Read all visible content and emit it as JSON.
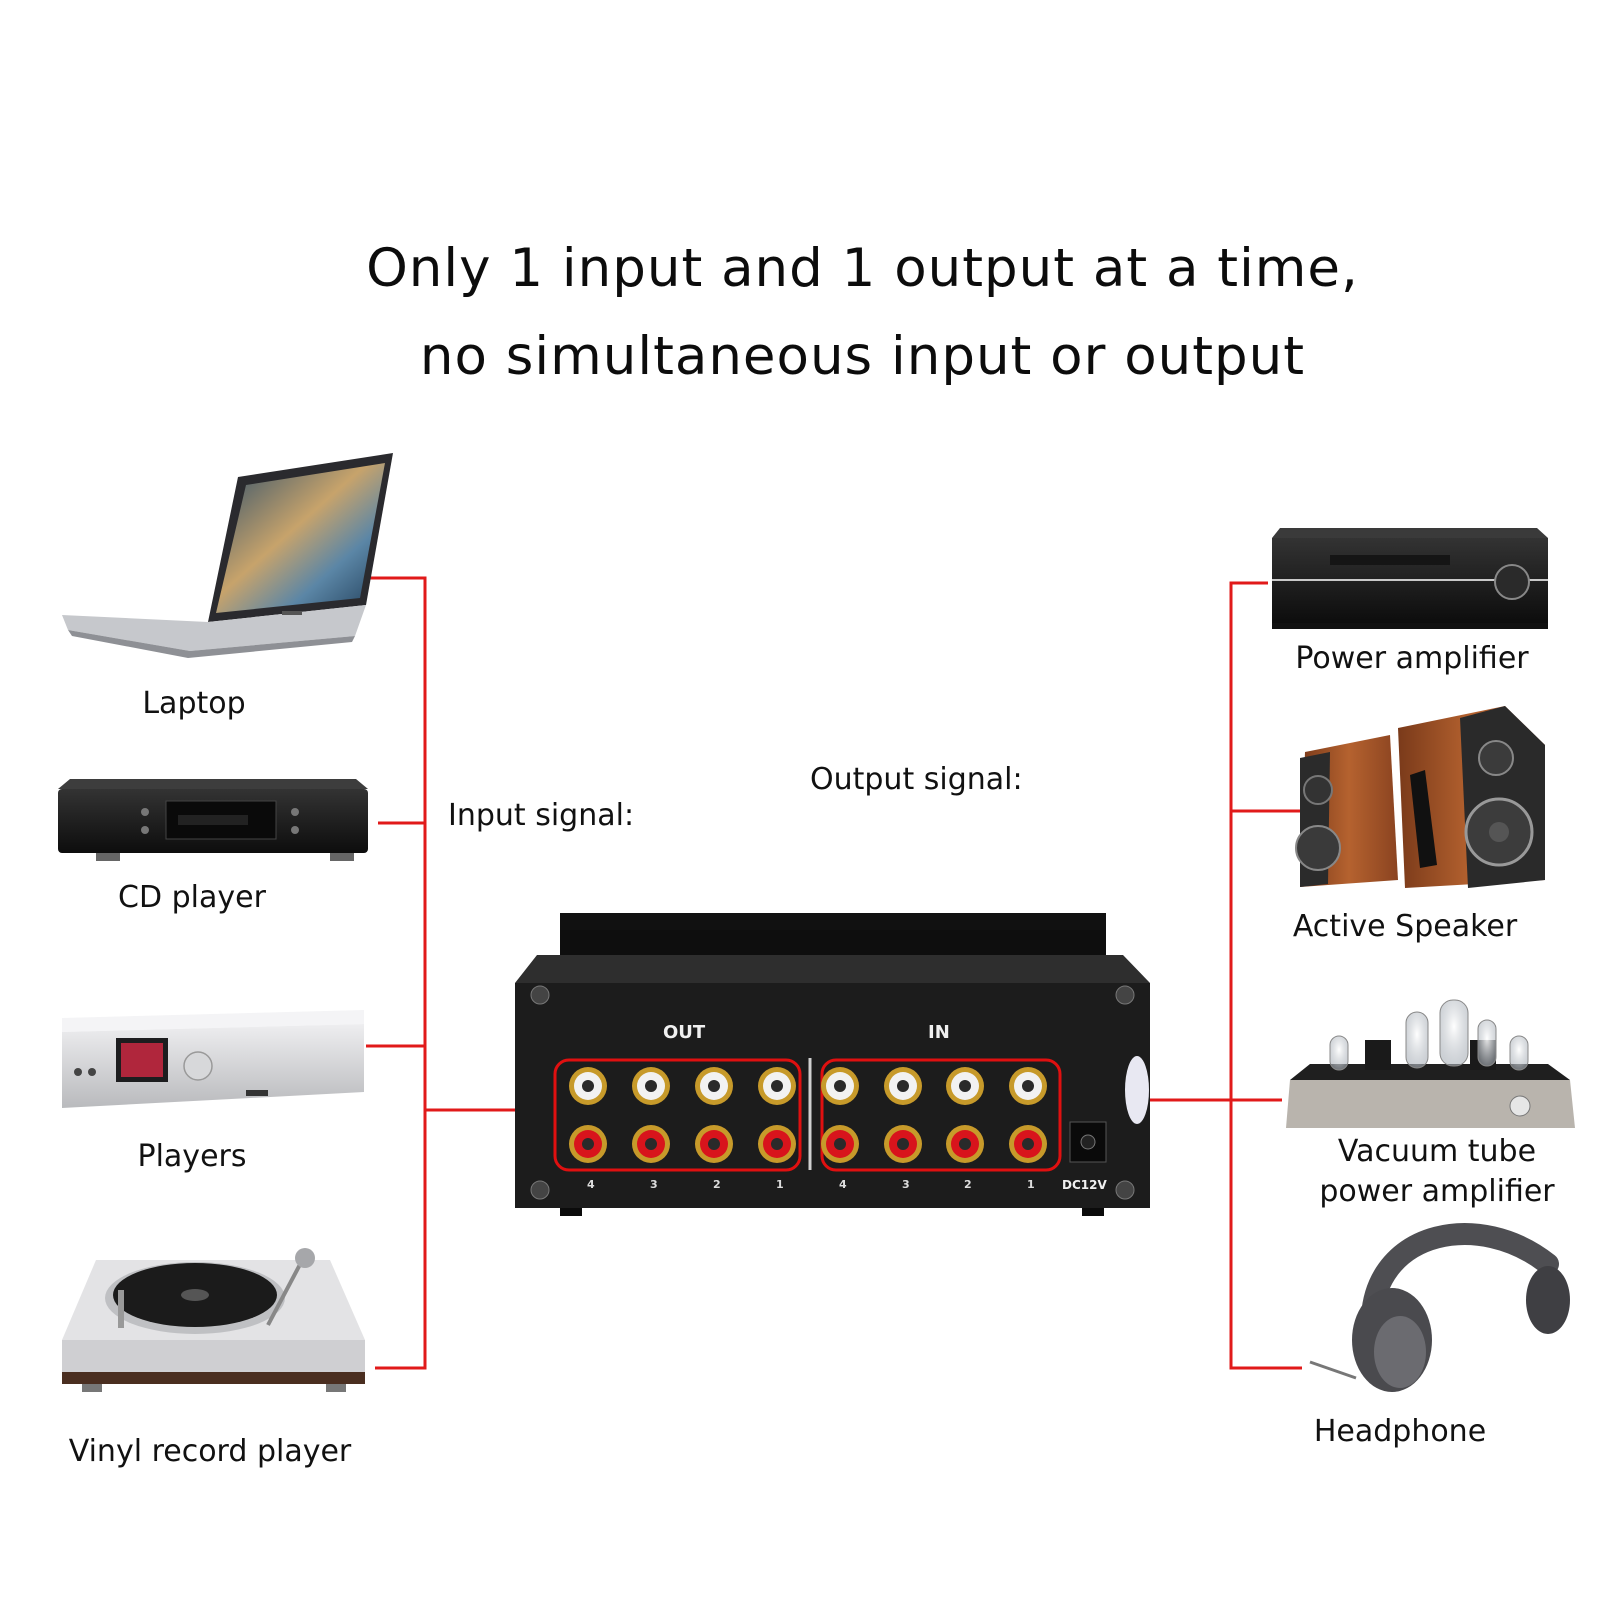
{
  "headline": {
    "line1": "Only 1 input and 1 output at a time,",
    "line2": "no simultaneous input or output"
  },
  "signals": {
    "input_label": "Input signal:",
    "output_label": "Output signal:"
  },
  "sources": [
    {
      "label": "Laptop"
    },
    {
      "label": "CD player"
    },
    {
      "label": "Players"
    },
    {
      "label": "Vinyl record player"
    }
  ],
  "destinations": [
    {
      "label": "Power amplifier"
    },
    {
      "label": "Active Speaker"
    },
    {
      "label": "Vacuum tube\npower amplifier"
    },
    {
      "label": "Headphone"
    }
  ],
  "device": {
    "out_label": "OUT",
    "in_label": "IN",
    "power_label": "DC12V",
    "jack_numbers": [
      "4",
      "3",
      "2",
      "1"
    ]
  },
  "colors": {
    "connector_line": "#e11a1a",
    "device_body": "#1c1c1c",
    "jack_red": "#d8141c",
    "jack_white": "#f2f2f2"
  },
  "icons": {
    "laptop": "laptop-icon",
    "cd_player": "cd-player-icon",
    "players": "media-player-icon",
    "vinyl": "turntable-icon",
    "power_amp": "amplifier-icon",
    "speaker": "speaker-icon",
    "tube_amp": "tube-amplifier-icon",
    "headphone": "headphone-icon"
  }
}
